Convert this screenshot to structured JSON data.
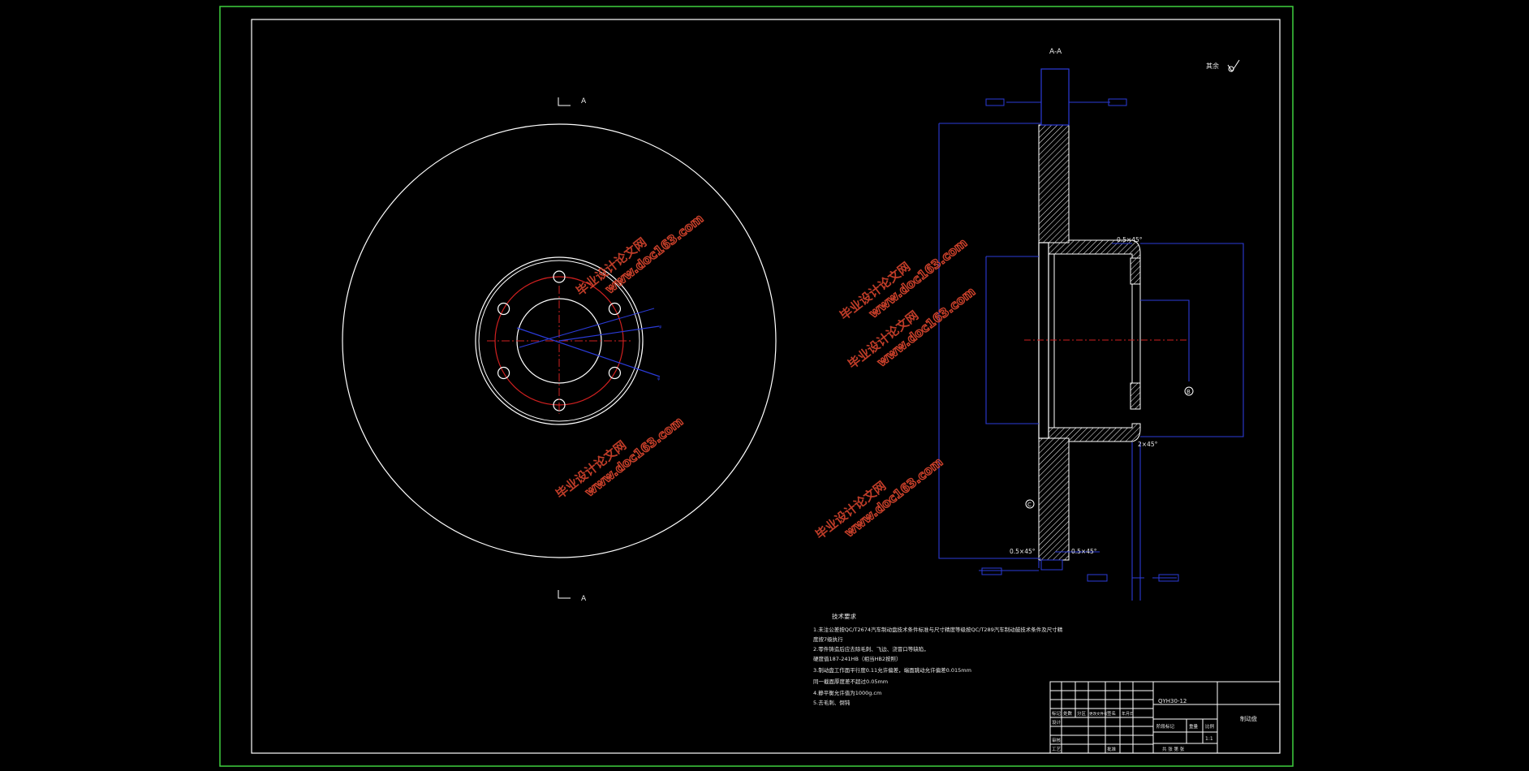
{
  "colors": {
    "background": "#000000",
    "outer_border": "#3fcf3f",
    "geometry": "#ffffff",
    "dimension": "#2b3bd8",
    "centerline": "#d02020",
    "watermark": "#e0472f"
  },
  "front_view": {
    "section_mark_top": "A",
    "section_mark_bottom": "A",
    "hole_count": 6
  },
  "section_view": {
    "title": "A-A",
    "roughness_note_label": "其余",
    "chamfer_top": "0.5×45°",
    "chamfer_mid": "2×45°",
    "chamfer_bottom_left": "0.5×45°",
    "chamfer_bottom_right": "0.5×45°",
    "datum_c": "C",
    "datum_b": "B"
  },
  "tech_requirements": {
    "title": "技术要求",
    "lines": [
      "1.未注公差按QC/T2674汽车制动盘技术条件标准与尺寸精度等级按QC/T289汽车制动鼓技术条件及尺寸精",
      "  度按7级执行",
      "2.零件铸造后应去除毛刺、飞边、浇冒口等缺陷，",
      "  硬度值187-241HB（相当HB2按照）",
      "3.制动盘工作面平行度0.11允许偏差，端面跳动允许偏差0.015mm",
      "  同一截面厚度差不超过0.05mm",
      "4.静平衡允许值为1000g.cm",
      "5.去毛刺、倒钝"
    ]
  },
  "title_block": {
    "drawing_number": "QYH30-12",
    "part_name": "制动盘",
    "scale": "1:1",
    "labels": [
      "标记",
      "处数",
      "分区",
      "更改文件号",
      "签名",
      "年月日",
      "设计",
      "审核",
      "工艺",
      "批准",
      "阶段标记",
      "重量",
      "比例",
      "共 张 第 张"
    ]
  },
  "watermark": {
    "text_cn": "毕业设计论文网",
    "text_url": "www.doc163.com"
  }
}
